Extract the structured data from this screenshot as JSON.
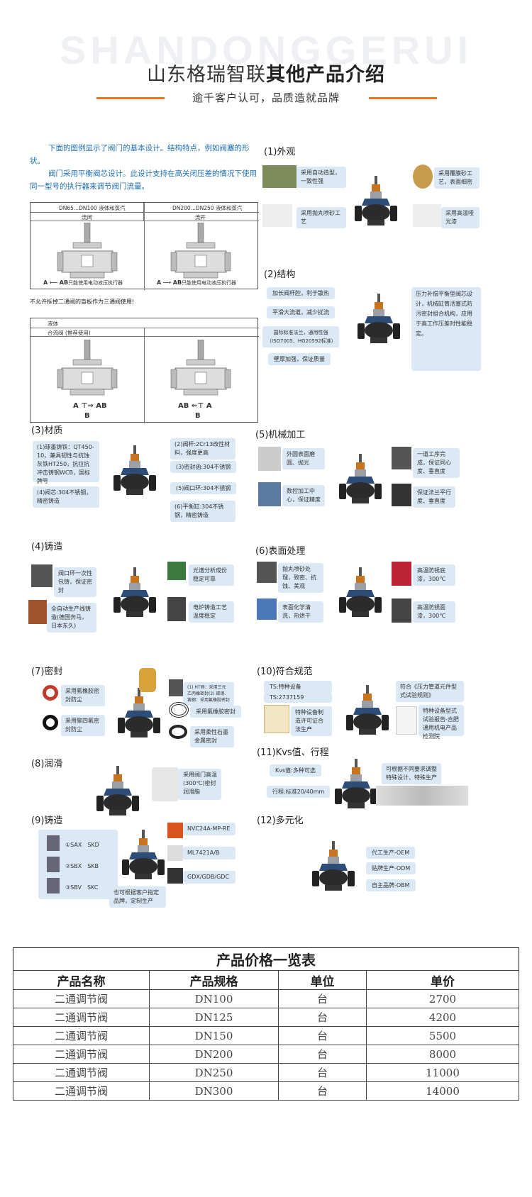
{
  "header": {
    "watermark": "SHANDONGGERUI",
    "title_plain": "山东格瑞智联",
    "title_bold": "其他产品介绍",
    "subtitle": "逾千客户认可，品质造就品牌",
    "accent_color": "#e8731e"
  },
  "intro": {
    "p1": "下面的图例显示了阀门的基本设计。结构特点，例如阀塞的形状。",
    "p2": "阀门采用平衡阀芯设计。此设计支持在高关闭压差的情况下使用同一型号的执行器来调节阀门流量。"
  },
  "diagram_top": {
    "left_head": "DN65...DN100 液体和蒸汽",
    "right_head": "DN200...DN250 液体和蒸汽",
    "left_mode": "流闭",
    "right_mode": "流开",
    "flow_label_a": "A",
    "flow_label_ab": "AB",
    "caption": "只能使用电动液压执行器",
    "warning": "不允许拆掉二通阀的盲板作为三通阀使用!"
  },
  "diagram_bottom": {
    "head": "液体",
    "mode": "合流阀 (推荐使用)",
    "label_a": "A",
    "label_ab": "AB",
    "label_b": "B"
  },
  "sections": {
    "s1": {
      "title": "(1)外观",
      "tags": [
        "采用自动造型，一致性强",
        "采用抛丸喷砂工艺",
        "采用覆膜砂工艺，表面细密",
        "采用高温哑光漆"
      ]
    },
    "s2": {
      "title": "(2)结构",
      "tags": [
        "加长阀杆腔，利于散热",
        "平滑大流道，减少扰流",
        "国际标准法兰，通用性强（ISO7005、HG20592标准）",
        "壁厚加强，保证质量"
      ],
      "note": "压力补偿平衡型阀芯设计，机械缸筒活塞式防污密封组合机构，应用于高工作压差时性能稳定。"
    },
    "s3": {
      "title": "(3)材质",
      "tags": [
        "(1)球墨铸铁：QT450-10，兼具韧性与抗蚀灰铁HT250，抗拉抗冲击铸钢WCB，国标牌号",
        "(4)阀芯:304不锈钢，精密铸造",
        "(2)阀杆:2Cr13改性材料，强度更高",
        "(3)密封函:304不锈钢",
        "(5)阀口环:304不锈钢",
        "(6)平衡缸:304不锈钢，精密铸造"
      ]
    },
    "s4": {
      "title": "(4)铸造",
      "tags": [
        "阀口环一次性包铸，保证密封",
        "全自动生产线铸造(德国奔马，日本东久)",
        "光谱分析成份稳定可靠",
        "电炉铸造工艺温度稳定"
      ]
    },
    "s5": {
      "title": "(5)机械加工",
      "tags": [
        "外圆表面磨圆、抛光",
        "数控加工中心，保证精度",
        "一道工序完成，保证同心度、垂直度",
        "保证法兰平行度、垂直度"
      ]
    },
    "s6": {
      "title": "(6)表面处理",
      "tags": [
        "抛丸喷砂处理，致密、抗蚀、美观",
        "表面化学清洗，热烘干",
        "高温防锈底漆，300℃",
        "高温防锈面漆，300℃"
      ]
    },
    "s7": {
      "title": "(7)密封",
      "tags": [
        "采用氟橡胶密封防尘",
        "采用聚四氟密封防尘",
        "(1) HT阀：采用三元乙丙橡密封(2) 碳钢、铸钢：采用氟橡胶密封",
        "采用氟橡胶密封",
        "采用柔性石墨金属密封"
      ]
    },
    "s8": {
      "title": "(8)润滑",
      "tags": [
        "采用阀门高温(300℃)密封润滑脂"
      ]
    },
    "s9": {
      "title": "(9)铸造",
      "tags": [
        "①SAX　SKD",
        "②SBX　SKB",
        "③SBV　SKC",
        "NVC24A-MP-RE",
        "ML7421A/B",
        "GDX/GDB/GDC",
        "也可根据客户指定品牌，定制生产"
      ]
    },
    "s10": {
      "title": "(10)符合规范",
      "tags": [
        "TS:特种设备",
        "TS:2737159",
        "特种设备制造许可证合法生产",
        "符合《压力管道元件型式试验规则》",
        "特种设备型式试验报告-合肥通用机电产品检测院"
      ]
    },
    "s11": {
      "title": "(11)Kvs值、行程",
      "tags": [
        "Kvs值:多种可选",
        "行程:标准20/40mm",
        "可根据不同要求调整特殊设计、特殊生产"
      ]
    },
    "s12": {
      "title": "(12)多元化",
      "tags": [
        "代工生产-OEM",
        "贴牌生产-ODM",
        "自主品牌-OBM"
      ]
    }
  },
  "price_table": {
    "caption": "产品价格一览表",
    "headers": [
      "产品名称",
      "产品规格",
      "单位",
      "单价"
    ],
    "rows": [
      [
        "二通调节阀",
        "DN100",
        "台",
        "2700"
      ],
      [
        "二通调节阀",
        "DN125",
        "台",
        "4200"
      ],
      [
        "二通调节阀",
        "DN150",
        "台",
        "5500"
      ],
      [
        "二通调节阀",
        "DN200",
        "台",
        "8000"
      ],
      [
        "二通调节阀",
        "DN250",
        "台",
        "11000"
      ],
      [
        "二通调节阀",
        "DN300",
        "台",
        "14000"
      ]
    ]
  }
}
